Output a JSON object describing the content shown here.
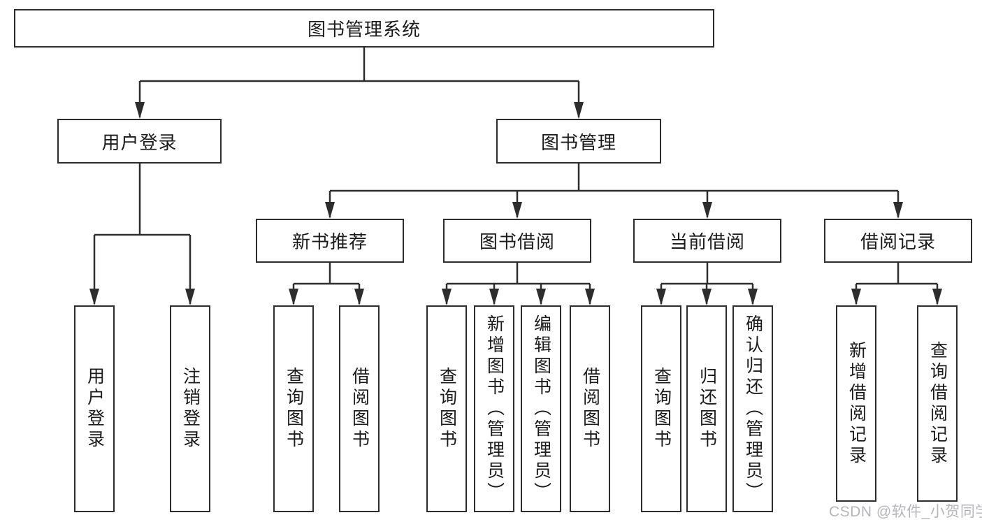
{
  "diagram_title": "图书管理系统",
  "watermark": "CSDN @软件_小贺同学",
  "colors": {
    "line": "#2d2d2d",
    "text": "#1b1b1b",
    "watermark": "#b6b6ba",
    "background": "#ffffff"
  },
  "tree": {
    "root": {
      "label": "图书管理系统",
      "children": [
        {
          "label": "用户登录",
          "children": [
            {
              "label": "用户登录"
            },
            {
              "label": "注销登录"
            }
          ]
        },
        {
          "label": "图书管理",
          "children": [
            {
              "label": "新书推荐",
              "children": [
                {
                  "label": "查询图书"
                },
                {
                  "label": "借阅图书"
                }
              ]
            },
            {
              "label": "图书借阅",
              "children": [
                {
                  "label": "查询图书"
                },
                {
                  "label": "新增图书（管理员）"
                },
                {
                  "label": "编辑图书（管理员）"
                },
                {
                  "label": "借阅图书"
                }
              ]
            },
            {
              "label": "当前借阅",
              "children": [
                {
                  "label": "查询图书"
                },
                {
                  "label": "归还图书"
                },
                {
                  "label": "确认归还（管理员）"
                }
              ]
            },
            {
              "label": "借阅记录",
              "children": [
                {
                  "label": "新增借阅记录"
                },
                {
                  "label": "查询借阅记录"
                }
              ]
            }
          ]
        }
      ]
    }
  }
}
